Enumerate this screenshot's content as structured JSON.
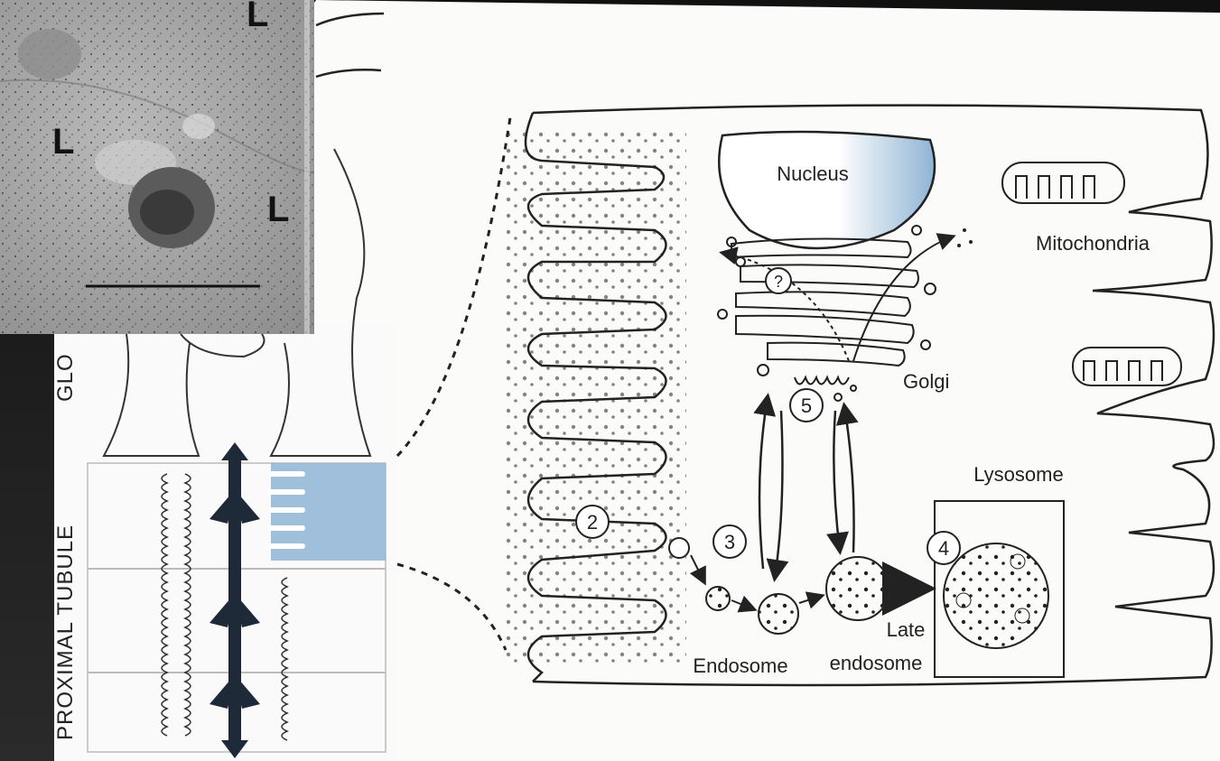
{
  "micrograph": {
    "labels": [
      "L",
      "L",
      "L"
    ]
  },
  "tubule": {
    "vertical_label": "PROXIMAL TUBULE",
    "vertical_label_cut": "GLO"
  },
  "cell": {
    "nucleus": "Nucleus",
    "mitochondria": "Mitochondria",
    "golgi": "Golgi",
    "lysosome": "Lysosome",
    "endosome": "Endosome",
    "late_endosome_1": "Late",
    "late_endosome_2": "endosome",
    "steps": [
      "2",
      "3",
      "4",
      "5",
      "?"
    ]
  },
  "colors": {
    "accent_blue": "#8fb4d4",
    "ink": "#222222"
  }
}
